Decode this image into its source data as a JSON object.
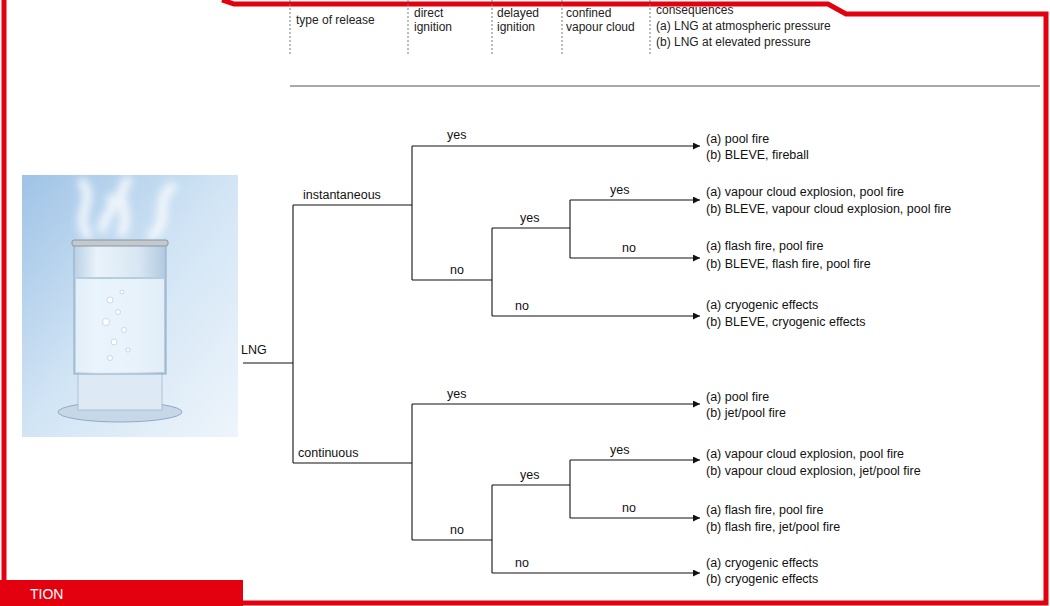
{
  "diagram": {
    "nodes": [
      {
        "text": [
          "TION"
        ]
      }
    ],
    "labels": [
      "type of release",
      "direct ignition",
      "delayed ignition",
      "confined vapour cloud",
      "consequences",
      "(a) LNG at atmospheric pressure",
      "(b) LNG at elevated pressure",
      "LNG",
      "instantaneous",
      "yes",
      "(a) pool fire",
      "(b) BLEVE, fireball",
      "no",
      "yes",
      "yes",
      "(a) vapour cloud explosion, pool fire",
      "(b) BLEVE, vapour cloud explosion, pool fire",
      "no",
      "(a) flash fire, pool fire",
      "(b) BLEVE, flash fire, pool fire",
      "no",
      "(a) cryogenic effects",
      "(b) BLEVE, cryogenic effects",
      "continuous",
      "yes",
      "(a) pool fire",
      "(b) jet/pool fire",
      "no",
      "yes",
      "yes",
      "(a) vapour cloud explosion, pool fire",
      "(b) vapour cloud explosion, jet/pool fire",
      "no",
      "(a) flash fire, pool fire",
      "(b) flash fire, jet/pool fire",
      "no",
      "(a) cryogenic effects",
      "(b) cryogenic effects"
    ]
  }
}
